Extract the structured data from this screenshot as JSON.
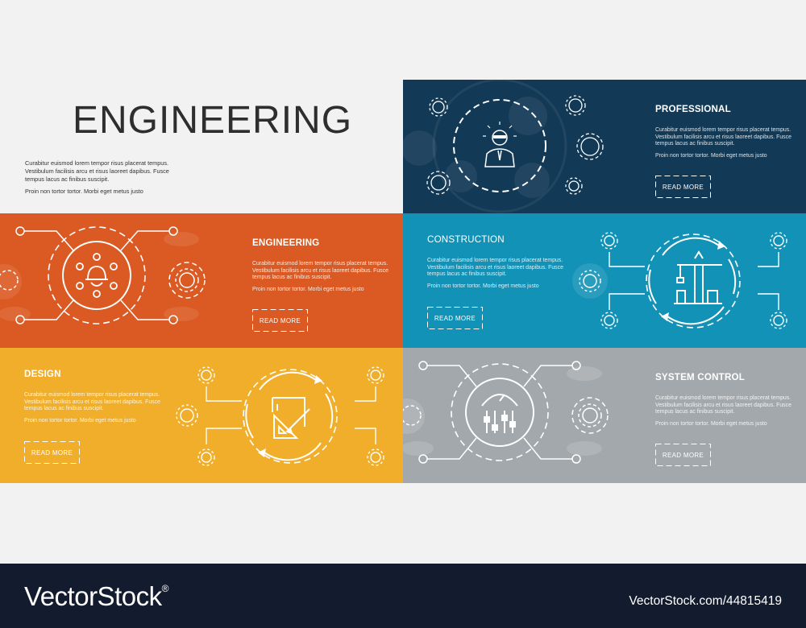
{
  "header": {
    "title": "ENGINEERING",
    "intro_p1": "Curabitur euismod lorem tempor risus placerat tempus. Vestibulum facilisis arcu et risus laoreet dapibus. Fusce tempus lacus ac finibus suscipit.",
    "intro_p2": "Proin non tortor tortor. Morbi eget metus justo"
  },
  "panels": {
    "professional": {
      "title": "PROFESSIONAL",
      "color": "#123955",
      "icon": "businessman-icon"
    },
    "engineering": {
      "title": "ENGINEERING",
      "color": "#db5a23",
      "icon": "engineer-helmet-network-icon"
    },
    "construction": {
      "title": "CONSTRUCTION",
      "color": "#1292b7",
      "icon": "crane-icon"
    },
    "design": {
      "title": "DESIGN",
      "color": "#f0ae2a",
      "icon": "design-tools-icon"
    },
    "system_control": {
      "title": "SYSTEM CONTROL",
      "color": "#a3a8ac",
      "icon": "control-sliders-icon"
    }
  },
  "common": {
    "body_p1": "Curabitur euismod lorem tempor risus placerat tempus. Vestibulum facilisis arcu et risus laoreet dapibus. Fusce tempus lacus ac finibus suscipit.",
    "body_p2": "Proin non tortor tortor. Morbi eget metus justo",
    "read_more": "READ MORE"
  },
  "footer": {
    "brand": "VectorStock",
    "brand_mark": "®",
    "image_id": "VectorStock.com/44815419"
  }
}
